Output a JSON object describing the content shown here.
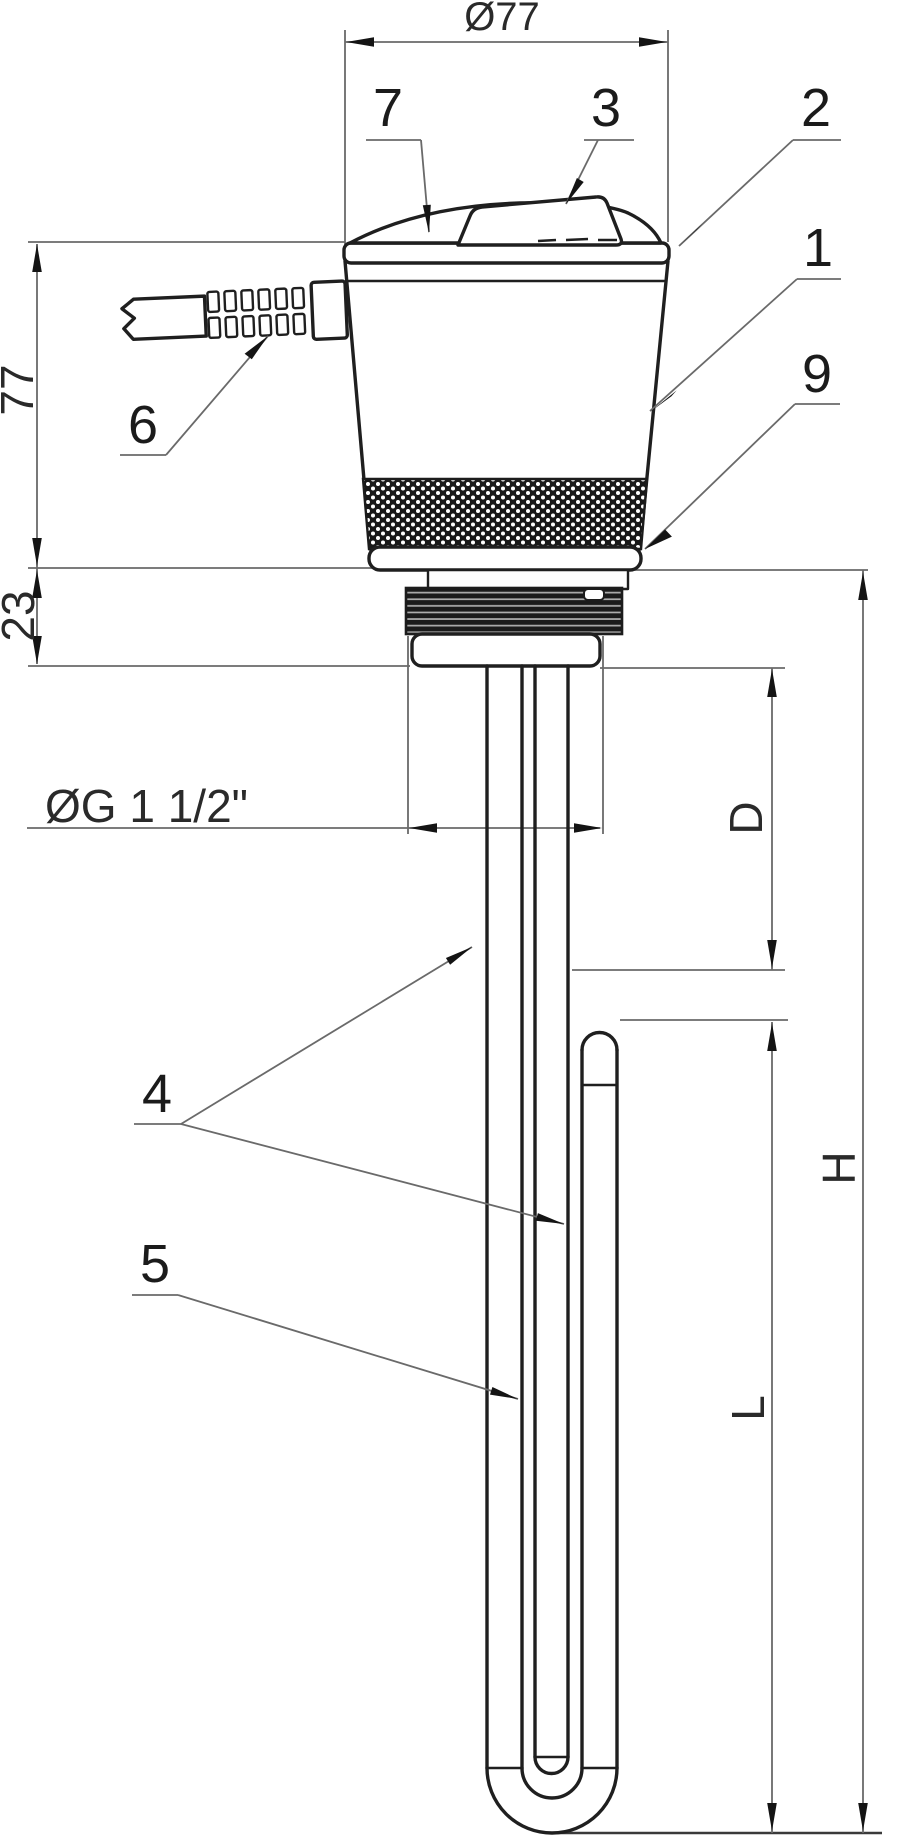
{
  "drawing_labels": {
    "dim_diameter": "Ø77",
    "dim_head_height": "77",
    "dim_thread_len": "23",
    "dim_thread": "ØG 1 1/2\"",
    "dim_d": "D",
    "dim_h": "H",
    "dim_l": "L"
  },
  "callouts": {
    "c1": "1",
    "c2": "2",
    "c3": "3",
    "c4": "4",
    "c5": "5",
    "c6": "6",
    "c7": "7",
    "c9": "9"
  },
  "colors": {
    "outline": "#1f1f1f",
    "dimension": "#6a6a6a",
    "dark_fill": "#1b1b1b",
    "background": "#ffffff"
  }
}
